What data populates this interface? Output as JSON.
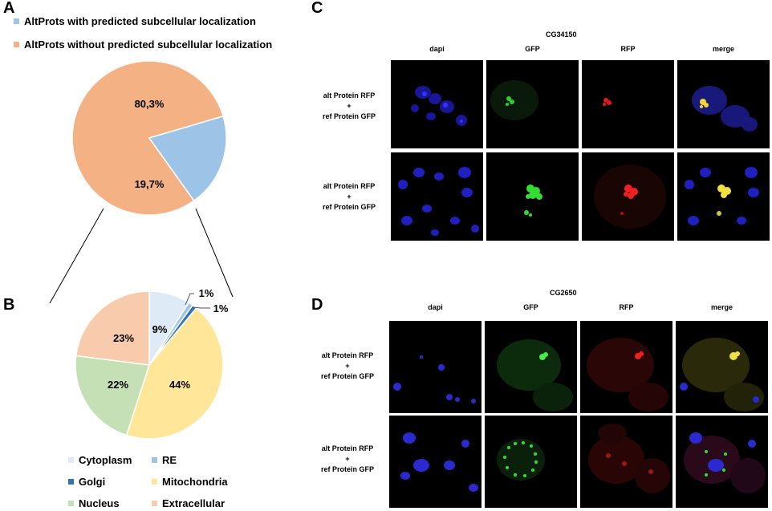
{
  "panels": {
    "a": "A",
    "b": "B",
    "c": "C",
    "d": "D"
  },
  "panel_a": {
    "legend": [
      {
        "label": "AltProts with predicted subcellular localization",
        "color": "#9dc3e6"
      },
      {
        "label": "AltProts without predicted subcellular localization",
        "color": "#f4b183"
      }
    ]
  },
  "panel_b": {
    "legend": [
      {
        "label": "Cytoplasm",
        "color": "#deebf7"
      },
      {
        "label": "RE",
        "color": "#9dc3e6"
      },
      {
        "label": "Golgi",
        "color": "#2e75b6"
      },
      {
        "label": "Mitochondria",
        "color": "#ffe699"
      },
      {
        "label": "Nucleus",
        "color": "#c5e0b4"
      },
      {
        "label": "Extracellular",
        "color": "#f8cbad"
      }
    ]
  },
  "chart_data": [
    {
      "type": "pie",
      "values": [
        80.3,
        19.7
      ],
      "labels": [
        "80,3%",
        "19,7%"
      ],
      "categories": [
        "AltProts without predicted subcellular localization",
        "AltProts with predicted subcellular localization"
      ],
      "colors": [
        "#f4b183",
        "#9dc3e6"
      ]
    },
    {
      "type": "pie",
      "categories": [
        "Cytoplasm",
        "RE",
        "Golgi",
        "Mitochondria",
        "Nucleus",
        "Extracellular"
      ],
      "values": [
        9,
        1,
        1,
        44,
        22,
        23
      ],
      "labels": [
        "9%",
        "1%",
        "1%",
        "44%",
        "22%",
        "23%"
      ],
      "colors": [
        "#deebf7",
        "#9dc3e6",
        "#2e75b6",
        "#ffe699",
        "#c5e0b4",
        "#f8cbad"
      ]
    }
  ],
  "panel_c": {
    "gene": "CG34150",
    "columns": [
      "dapi",
      "GFP",
      "RFP",
      "merge"
    ],
    "rows": [
      {
        "line1": "alt Protein RFP",
        "line2": "+",
        "line3": "ref Protein GFP"
      },
      {
        "line1": "alt Protein RFP",
        "line2": "+",
        "line3": "ref Protein GFP"
      }
    ]
  },
  "panel_d": {
    "gene": "CG2650",
    "columns": [
      "dapi",
      "GFP",
      "RFP",
      "merge"
    ],
    "rows": [
      {
        "line1": "alt Protein RFP",
        "line2": "+",
        "line3": "ref Protein GFP"
      },
      {
        "line1": "alt Protein RFP",
        "line2": "+",
        "line3": "ref Protein GFP"
      }
    ]
  }
}
